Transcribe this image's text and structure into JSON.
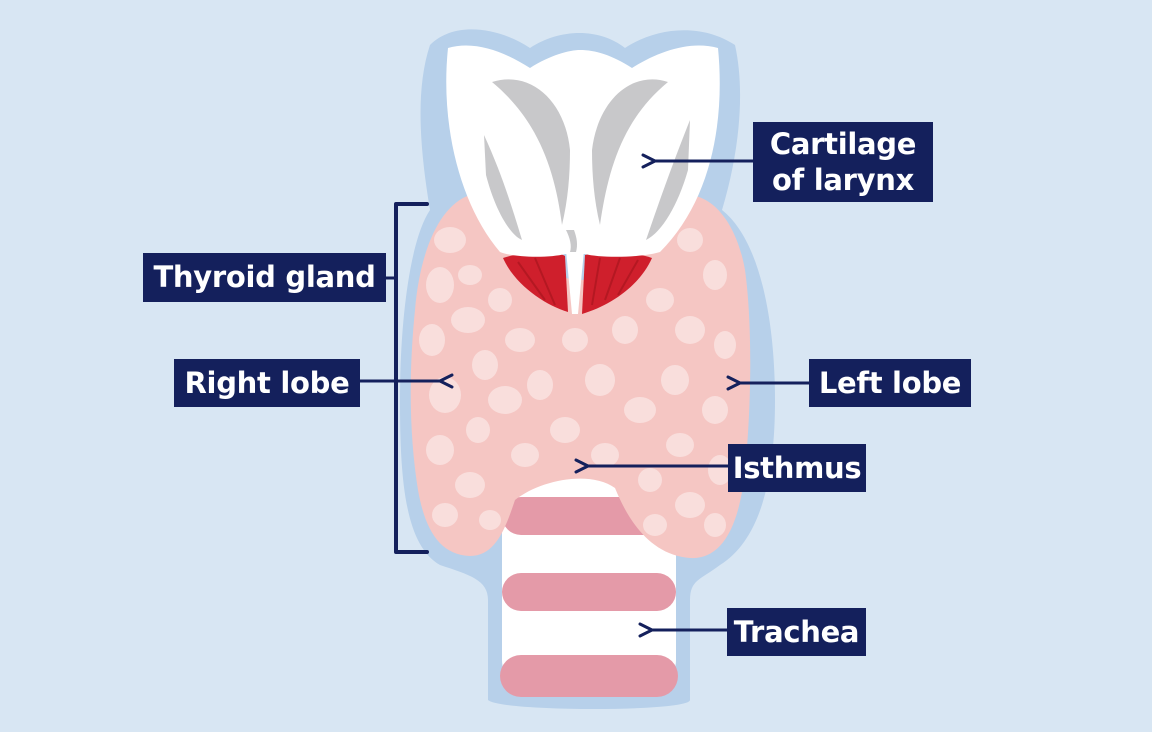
{
  "labels": {
    "cartilage_line1": "Cartilage",
    "cartilage_line2": "of larynx",
    "thyroid_gland": "Thyroid gland",
    "right_lobe": "Right lobe",
    "left_lobe": "Left lobe",
    "isthmus": "Isthmus",
    "trachea": "Trachea"
  },
  "colors": {
    "background": "#d8e6f3",
    "halo": "#b7d0ea",
    "label_bg": "#14205c",
    "label_text": "#ffffff",
    "arrow": "#14205c",
    "cartilage": "#ffffff",
    "cartilage_shade": "#c8c8ca",
    "muscle": "#cf1f2c",
    "thyroid": "#f5c6c3",
    "thyroid_spots": "#f9dedc",
    "trachea_ring": "#e49aa8",
    "trachea_gap": "#ffffff"
  }
}
